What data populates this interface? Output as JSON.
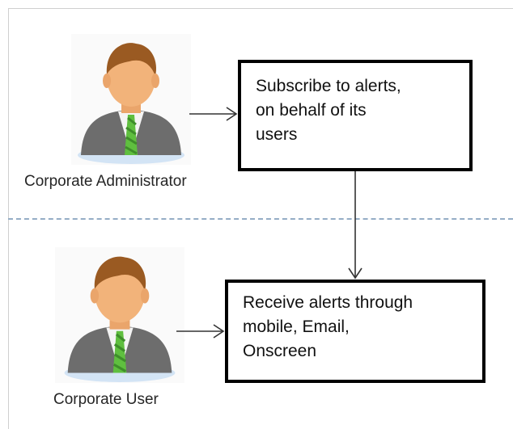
{
  "actors": [
    {
      "label": "Corporate Administrator",
      "icon": "businessman-icon"
    },
    {
      "label": "Corporate User",
      "icon": "businessman-icon"
    }
  ],
  "boxes": [
    {
      "lines": [
        "Subscribe to alerts,",
        "on behalf of its",
        "users"
      ]
    },
    {
      "lines": [
        "Receive alerts through",
        "mobile, Email,",
        "Onscreen"
      ]
    }
  ],
  "colors": {
    "divider": "#95adc6",
    "box_border": "#000000",
    "tie": "#5fbf3f",
    "suit": "#6d6d6d",
    "hair": "#9a5a22",
    "skin": "#f2b37a"
  }
}
